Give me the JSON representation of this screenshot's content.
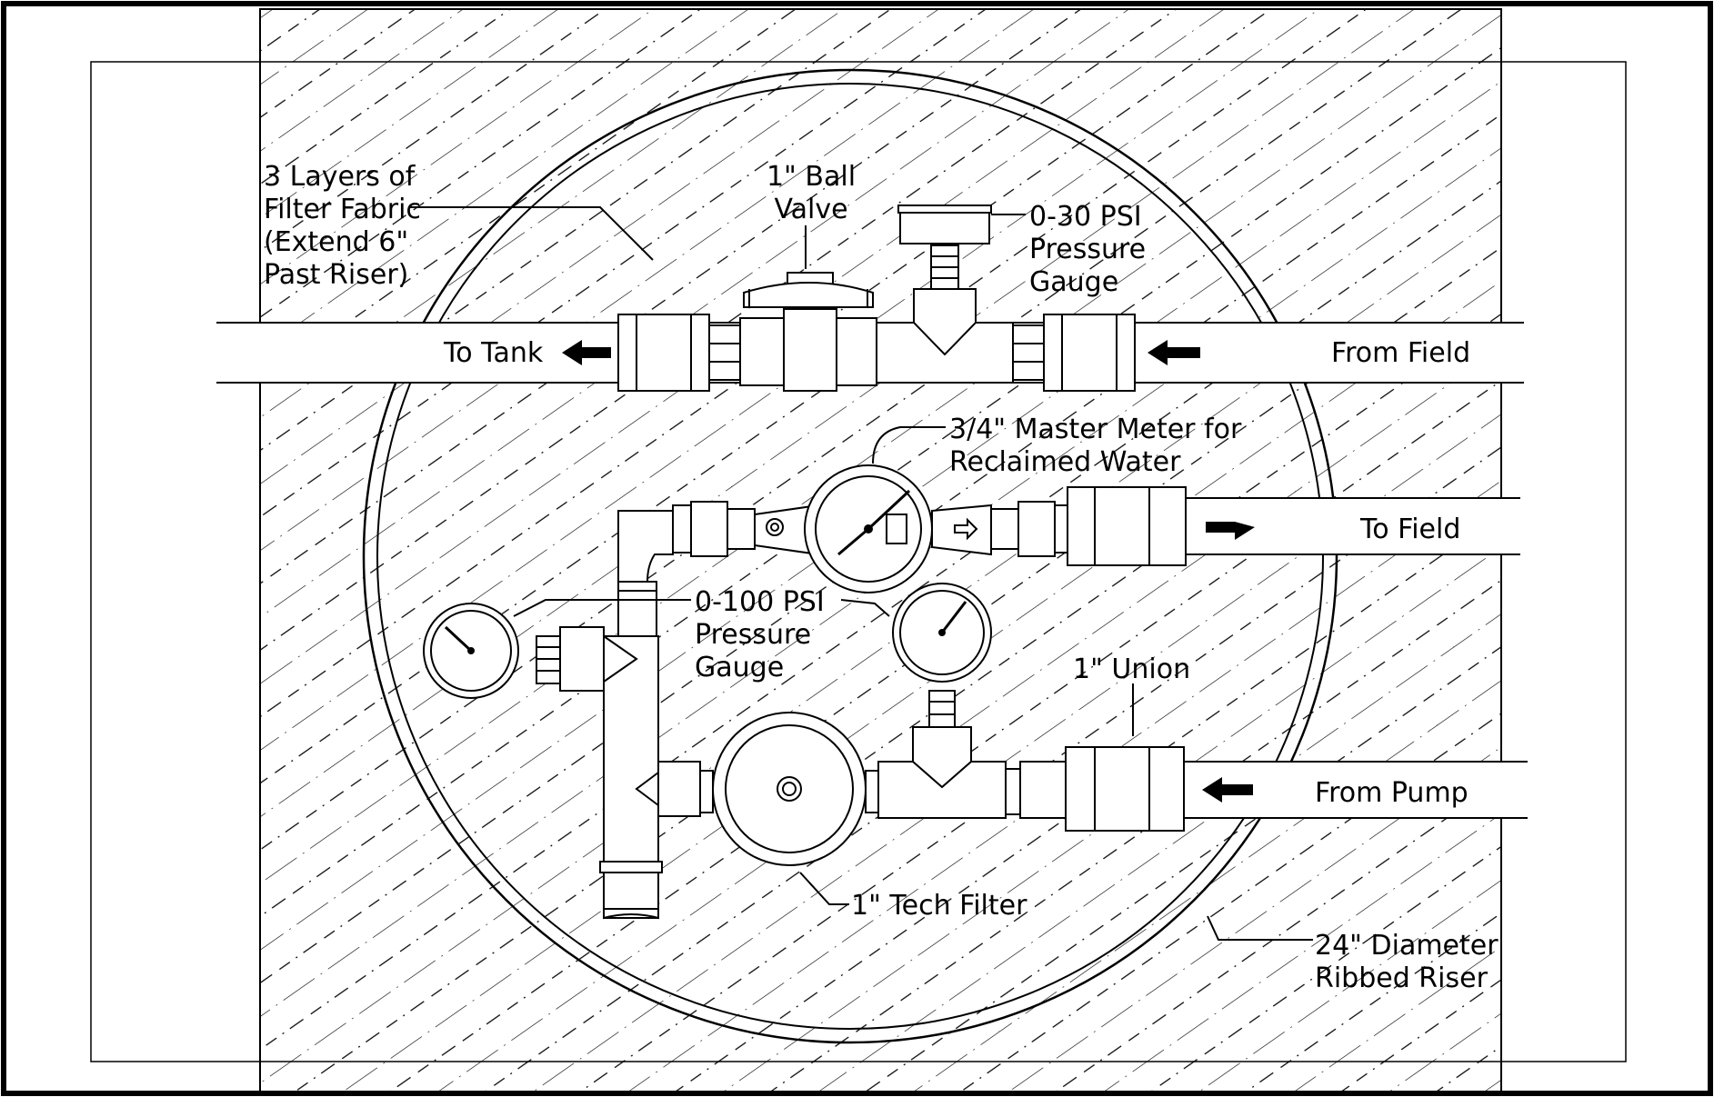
{
  "labels": {
    "filter_fabric": [
      "3 Layers of",
      "Filter Fabric",
      "(Extend 6\"",
      "Past Riser)"
    ],
    "ball_valve": [
      "1\" Ball",
      "Valve"
    ],
    "gauge_30": [
      "0-30 PSI",
      "Pressure",
      "Gauge"
    ],
    "to_tank": "To Tank",
    "from_field": "From Field",
    "master_meter": [
      "3/4\" Master Meter for",
      "Reclaimed Water"
    ],
    "to_field": "To Field",
    "gauge_100": [
      "0-100 PSI",
      "Pressure",
      "Gauge"
    ],
    "union": "1\" Union",
    "from_pump": "From Pump",
    "tech_filter": "1\" Tech Filter",
    "riser": [
      "24\" Diameter",
      "Ribbed Riser"
    ]
  },
  "colors": {
    "line": "#000000",
    "background": "#ffffff"
  }
}
